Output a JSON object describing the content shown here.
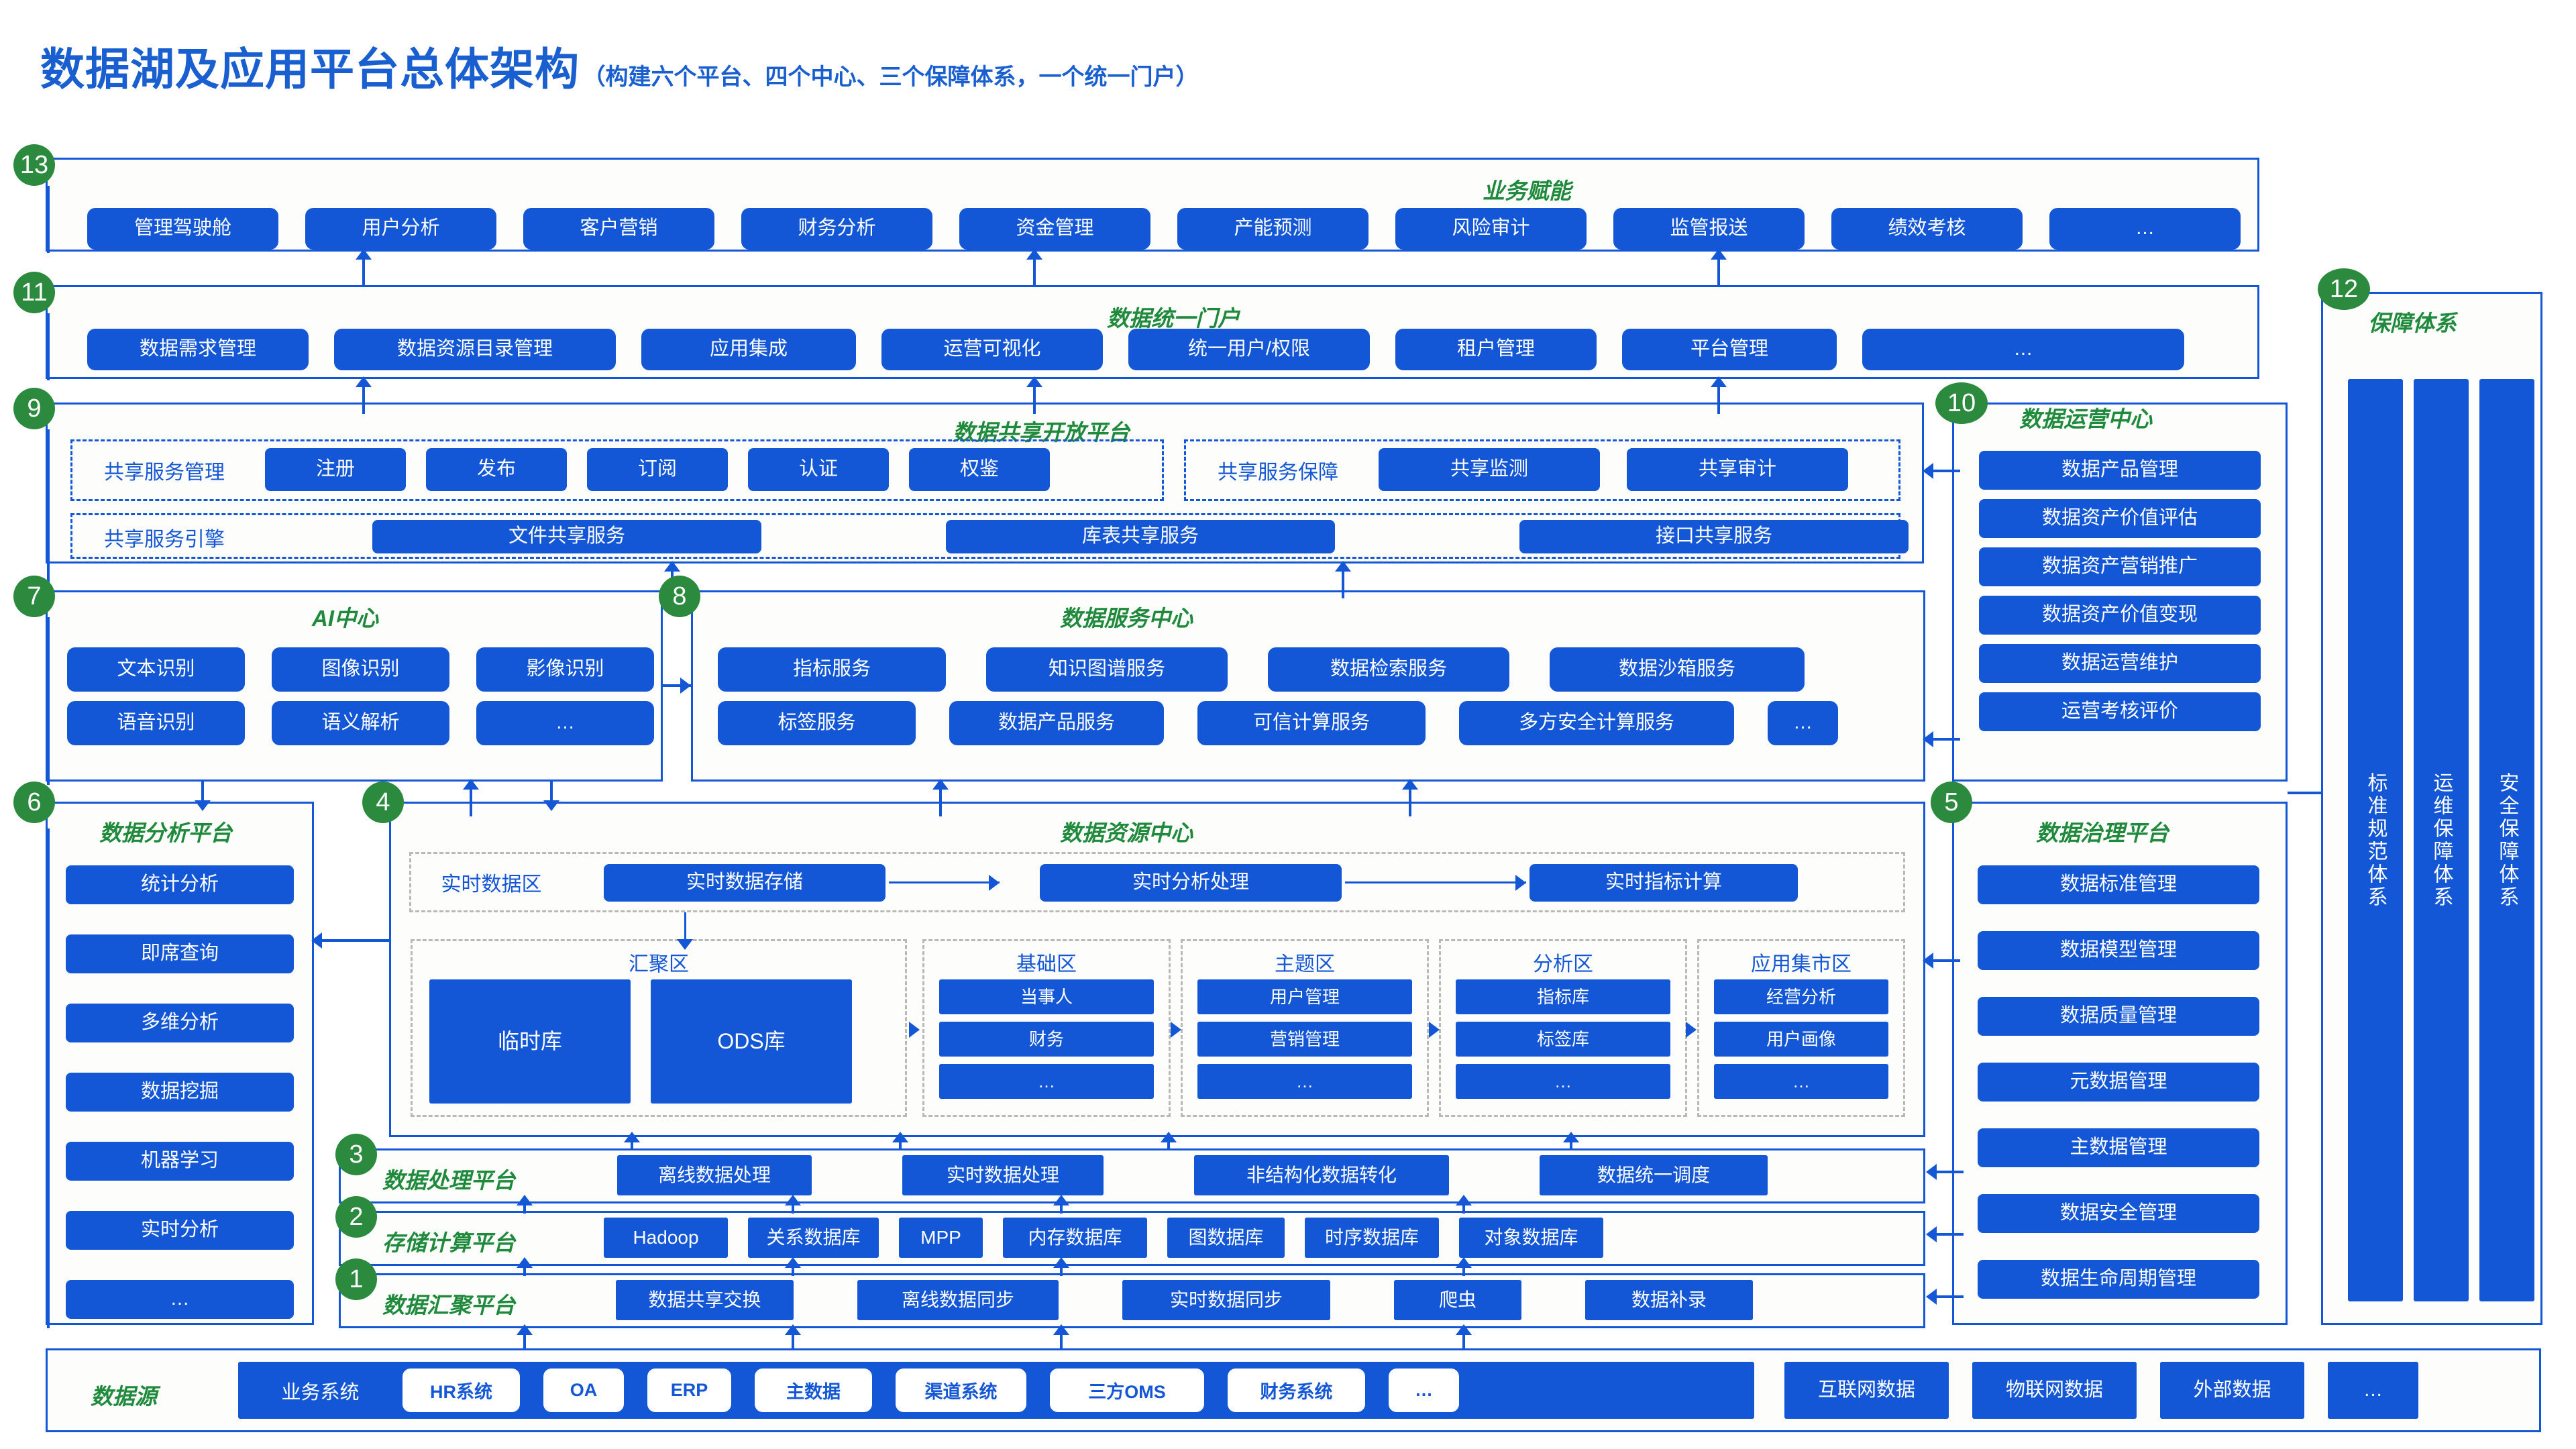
{
  "title": {
    "main": "数据湖及应用平台总体架构",
    "sub": "（构建六个平台、四个中心、三个保障体系，一个统一门户）"
  },
  "colors": {
    "brand_blue": "#1457d6",
    "title_blue": "#1a5fd0",
    "badge_green": "#2b8a3e",
    "section_title_green": "#1f8a3c",
    "panel_bg": "#fdfdfb"
  },
  "business_enablement": {
    "badge": "13",
    "title": "业务赋能",
    "items": [
      "管理驾驶舱",
      "用户分析",
      "客户营销",
      "财务分析",
      "资金管理",
      "产能预测",
      "风险审计",
      "监管报送",
      "绩效考核",
      "…"
    ]
  },
  "unified_portal": {
    "badge": "11",
    "title": "数据统一门户",
    "items": [
      "数据需求管理",
      "数据资源目录管理",
      "应用集成",
      "运营可视化",
      "统一用户/权限",
      "租户管理",
      "平台管理",
      "…"
    ]
  },
  "guarantee_system": {
    "badge": "12",
    "title": "保障体系",
    "columns": [
      "标准规范体系",
      "运维保障体系",
      "安全保障体系"
    ]
  },
  "sharing_platform": {
    "badge": "9",
    "title": "数据共享开放平台",
    "row1_left_label": "共享服务管理",
    "row1_left_items": [
      "注册",
      "发布",
      "订阅",
      "认证",
      "权鉴"
    ],
    "row1_right_label": "共享服务保障",
    "row1_right_items": [
      "共享监测",
      "共享审计"
    ],
    "row2_label": "共享服务引擎",
    "row2_items": [
      "文件共享服务",
      "库表共享服务",
      "接口共享服务"
    ]
  },
  "operations_center": {
    "badge": "10",
    "title": "数据运营中心",
    "items": [
      "数据产品管理",
      "数据资产价值评估",
      "数据资产营销推广",
      "数据资产价值变现",
      "数据运营维护",
      "运营考核评价"
    ]
  },
  "ai_center": {
    "badge": "7",
    "title": "AI中心",
    "items": [
      "文本识别",
      "图像识别",
      "影像识别",
      "语音识别",
      "语义解析",
      "…"
    ]
  },
  "service_center": {
    "badge": "8",
    "title": "数据服务中心",
    "row1": [
      "指标服务",
      "知识图谱服务",
      "数据检索服务",
      "数据沙箱服务"
    ],
    "row2": [
      "标签服务",
      "数据产品服务",
      "可信计算服务",
      "多方安全计算服务",
      "…"
    ]
  },
  "analysis_platform": {
    "badge": "6",
    "title": "数据分析平台",
    "items": [
      "统计分析",
      "即席查询",
      "多维分析",
      "数据挖掘",
      "机器学习",
      "实时分析",
      "…"
    ]
  },
  "governance_platform": {
    "badge": "5",
    "title": "数据治理平台",
    "items": [
      "数据标准管理",
      "数据模型管理",
      "数据质量管理",
      "元数据管理",
      "主数据管理",
      "数据安全管理",
      "数据生命周期管理"
    ]
  },
  "resource_center": {
    "badge": "4",
    "title": "数据资源中心",
    "realtime_label": "实时数据区",
    "realtime_items": [
      "实时数据存储",
      "实时分析处理",
      "实时指标计算"
    ],
    "zones": [
      {
        "name": "汇聚区",
        "items": [
          "临时库",
          "ODS库"
        ]
      },
      {
        "name": "基础区",
        "items": [
          "当事人",
          "财务",
          "…"
        ]
      },
      {
        "name": "主题区",
        "items": [
          "用户管理",
          "营销管理",
          "…"
        ]
      },
      {
        "name": "分析区",
        "items": [
          "指标库",
          "标签库",
          "…"
        ]
      },
      {
        "name": "应用集市区",
        "items": [
          "经营分析",
          "用户画像",
          "…"
        ]
      }
    ]
  },
  "processing_platform": {
    "badge": "3",
    "title": "数据处理平台",
    "items": [
      "离线数据处理",
      "实时数据处理",
      "非结构化数据转化",
      "数据统一调度"
    ]
  },
  "storage_platform": {
    "badge": "2",
    "title": "存储计算平台",
    "items": [
      "Hadoop",
      "关系数据库",
      "MPP",
      "内存数据库",
      "图数据库",
      "时序数据库",
      "对象数据库"
    ]
  },
  "collection_platform": {
    "badge": "1",
    "title": "数据汇聚平台",
    "items": [
      "数据共享交换",
      "离线数据同步",
      "实时数据同步",
      "爬虫",
      "数据补录"
    ]
  },
  "data_sources": {
    "title": "数据源",
    "business_group_label": "业务系统",
    "business_items": [
      "HR系统",
      "OA",
      "ERP",
      "主数据",
      "渠道系统",
      "三方OMS",
      "财务系统",
      "…"
    ],
    "other_groups": [
      "互联网数据",
      "物联网数据",
      "外部数据",
      "…"
    ]
  }
}
